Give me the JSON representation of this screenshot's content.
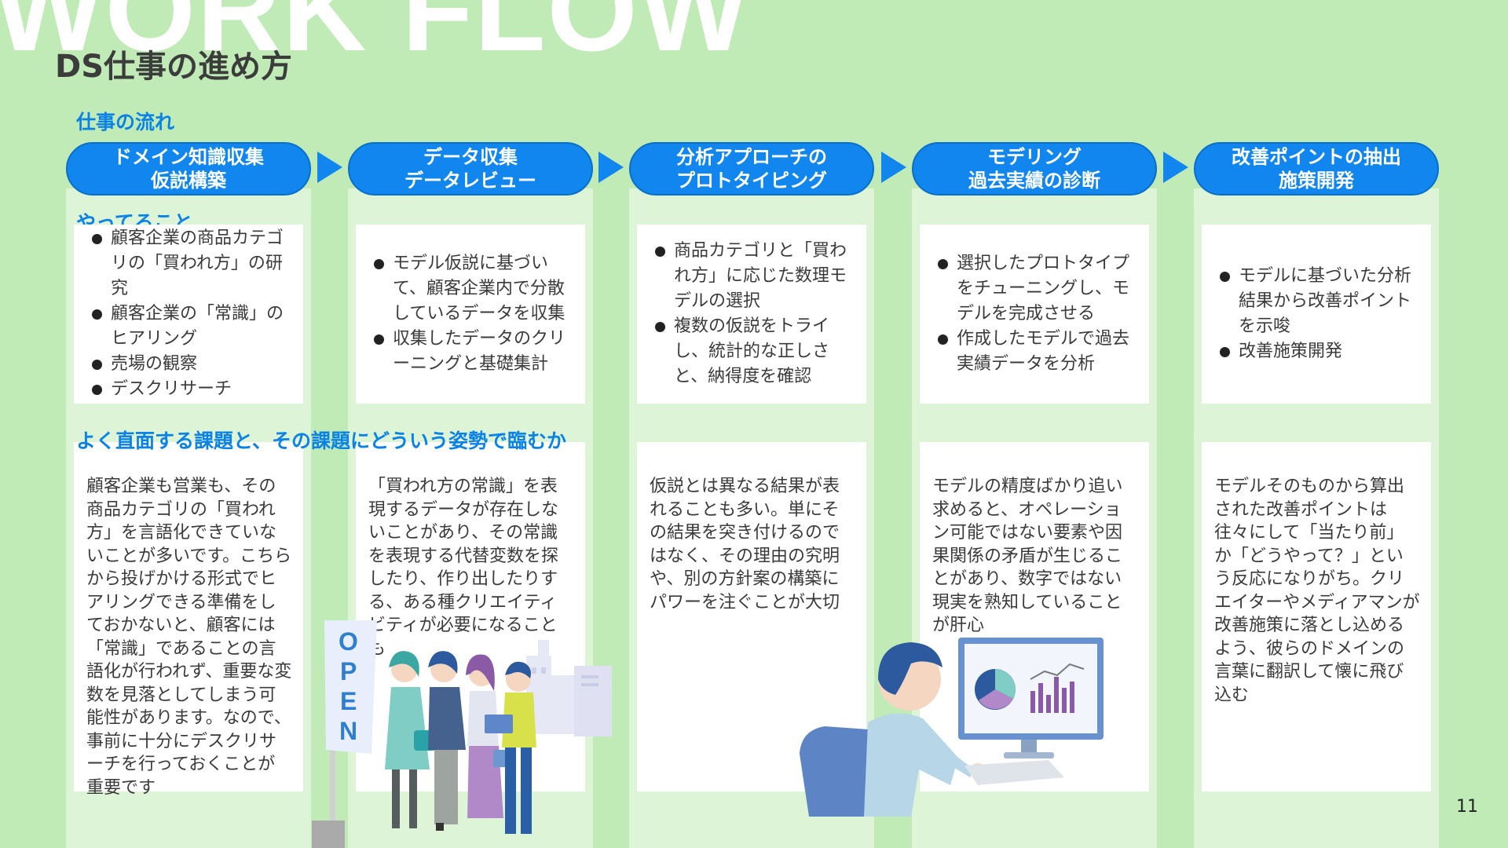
{
  "watermark": "WORK FLOW",
  "title": "DS仕事の進め方",
  "labels": {
    "flow": "仕事の流れ",
    "doing": "やってること",
    "challenge": "よく直面する課題と、その課題にどういう姿勢で臨むか"
  },
  "steps": [
    {
      "title": [
        "ドメイン知識収集",
        "仮説構築"
      ],
      "doing": [
        "顧客企業の商品カテゴリの「買われ方」の研究",
        "顧客企業の「常識」のヒアリング",
        "売場の観察",
        "デスクリサーチ"
      ],
      "challenge": "顧客企業も営業も、その商品カテゴリの「買われ方」を言語化できていないことが多いです。こちらから投げかける形式でヒアリングできる準備をしておかないと、顧客には「常識」であることの言語化が行われず、重要な変数を見落としてしまう可能性があります。なので、事前に十分にデスクリサーチを行っておくことが重要です"
    },
    {
      "title": [
        "データ収集",
        "データレビュー"
      ],
      "doing": [
        "モデル仮説に基づいて、顧客企業内で分散しているデータを収集",
        "収集したデータのクリーニングと基礎集計"
      ],
      "challenge": "「買われ方の常識」を表現するデータが存在しないことがあり、その常識を表現する代替変数を探したり、作り出したりする、ある種クリエイティビティが必要になることも"
    },
    {
      "title": [
        "分析アプローチの",
        "プロトタイピング"
      ],
      "doing": [
        "商品カテゴリと「買われ方」に応じた数理モデルの選択",
        "複数の仮説をトライし、統計的な正しさと、納得度を確認"
      ],
      "challenge": "仮説とは異なる結果が表れることも多い。単にその結果を突き付けるのではなく、その理由の究明や、別の方針案の構築にパワーを注ぐことが大切"
    },
    {
      "title": [
        "モデリング",
        "過去実績の診断"
      ],
      "doing": [
        "選択したプロトタイプをチューニングし、モデルを完成させる",
        "作成したモデルで過去実績データを分析"
      ],
      "challenge": "モデルの精度ばかり追い求めると、オペレーション可能ではない要素や因果関係の矛盾が生じることがあり、数字ではない現実を熟知していることが肝心"
    },
    {
      "title": [
        "改善ポイントの抽出",
        "施策開発"
      ],
      "doing": [
        "モデルに基づいた分析結果から改善ポイントを示唆",
        "改善施策開発"
      ],
      "challenge": "モデルそのものから算出された改善ポイントは往々にして「当たり前」か「どうやって？」という反応になりがち。クリエイターやメディアマンが改善施策に落とし込めるよう、彼らのドメインの言葉に翻訳して懐に飛び込む"
    }
  ],
  "open_sign": "OPEN",
  "page_number": "11"
}
